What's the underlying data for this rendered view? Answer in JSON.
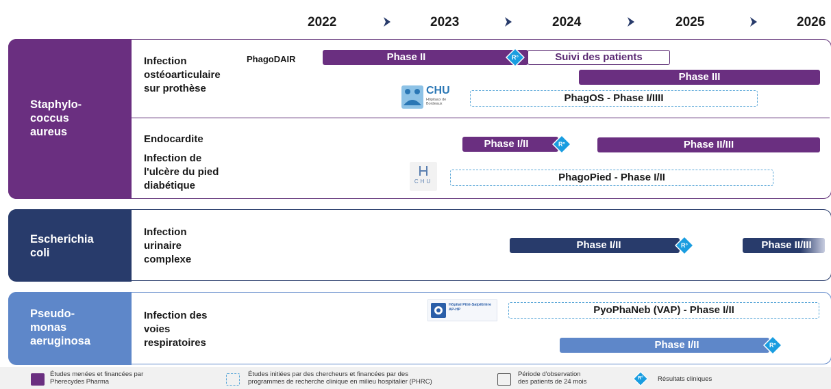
{
  "years": [
    "2022",
    "2023",
    "2024",
    "2025",
    "2026"
  ],
  "colors": {
    "staph": "#6a2f80",
    "ecoli": "#283b6b",
    "pseudo": "#5e87c9",
    "dashed": "#5aa7d8",
    "diamond": "#1a9de0"
  },
  "diamond_label": "R°",
  "rows": {
    "staph": {
      "label": "Staphylo-\ncoccus\naureus",
      "ind1": "Infection\nostéoarticulaire\nsur prothèse",
      "sponsor1": "PhagoDAIR",
      "phase2": "Phase II",
      "suivi": "Suivi des patients",
      "phase3": "Phase III",
      "logo1_text": "CHU",
      "logo1_sub": "Hôpitaux de Bordeaux",
      "phagos": "PhagOS - Phase I/IIII",
      "ind2": "Endocardite",
      "ind3": "Infection de\nl'ulcère du pied\ndiabétique",
      "endo_a": "Phase I/II",
      "endo_b": "Phase II/III",
      "logo2_text": "CHU",
      "phagopied": "PhagoPied - Phase I/II"
    },
    "ecoli": {
      "label": "Escherichia\ncoli",
      "ind": "Infection\nurinaire\ncomplexe",
      "phase_a": "Phase I/II",
      "phase_b": "Phase II/III"
    },
    "pseudo": {
      "label": "Pseudo-\nmonas\naeruginosa",
      "ind": "Infection des\nvoies\nrespiratoires",
      "logo_text": "Hôpital Pitié-Salpêtrière AP-HP",
      "pyophaneb": "PyoPhaNeb (VAP) - Phase I/II",
      "phase": "Phase I/II"
    }
  },
  "legend": {
    "item1": "Études menées et financées par\nPherecydes Pharma",
    "item2": "Études initiées par des chercheurs et financées par des\nprogrammes de recherche clinique en milieu hospitalier (PHRC)",
    "item3": "Période d'observation\ndes patients de 24 mois",
    "item4": "Résultats cliniques"
  }
}
